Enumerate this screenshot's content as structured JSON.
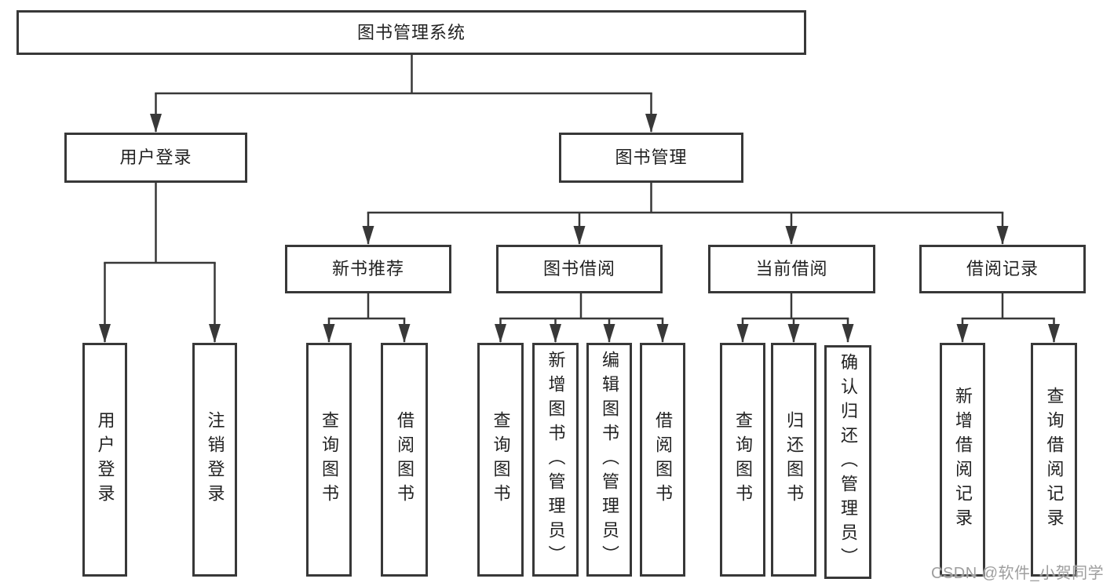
{
  "nodes": {
    "root": "图书管理系统",
    "level2": {
      "user_login": "用户登录",
      "book_management": "图书管理"
    },
    "level3": {
      "new_book_recommend": "新书推荐",
      "book_borrow": "图书借阅",
      "current_borrow": "当前借阅",
      "borrow_records": "借阅记录"
    },
    "leaves": {
      "user_login": "用户登录",
      "logout": "注销登录",
      "recommend_query_book": "查询图书",
      "recommend_borrow_book": "借阅图书",
      "borrow_query_book": "查询图书",
      "add_book_admin": "新增图书（管理员）",
      "edit_book_admin": "编辑图书（管理员）",
      "borrow_borrow_book": "借阅图书",
      "current_query_book": "查询图书",
      "return_book": "归还图书",
      "confirm_return_admin": "确认归还（管理员）",
      "add_borrow_record": "新增借阅记录",
      "query_borrow_record": "查询借阅记录"
    }
  },
  "watermark": "CSDN @软件_小贺同学",
  "colors": {
    "line": "#383838",
    "text": "#222222",
    "watermark": "#9e9e9e",
    "background": "#ffffff"
  }
}
